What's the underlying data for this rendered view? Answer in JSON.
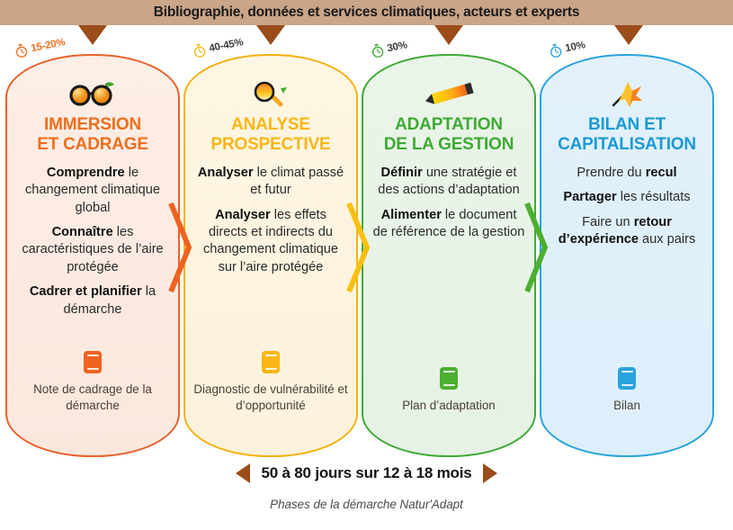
{
  "banner": {
    "text": "Bibliographie, données et services climatiques, acteurs et experts",
    "bg_color": "#caa588",
    "arrow_color": "#9a4d19"
  },
  "phases": [
    {
      "id": "immersion",
      "percent": "15-20%",
      "icon": "glasses-icon",
      "title_line1": "IMMERSION",
      "title_line2": "ET CADRAGE",
      "color": "#ef6f1f",
      "bullets": [
        {
          "strong": "Comprendre",
          "rest": " le changement climatique global"
        },
        {
          "strong": "Connaître",
          "rest": " les caractéristiques de l’aire protégée"
        },
        {
          "strong": "Cadrer et planifier",
          "rest": " la démarche"
        }
      ],
      "output_icon": "book-icon",
      "output_label": "Note de cadrage de la démarche"
    },
    {
      "id": "analyse",
      "percent": "40-45%",
      "icon": "magnifier-icon",
      "title_line1": "ANALYSE",
      "title_line2": "PROSPECTIVE",
      "color": "#fbb614",
      "bullets": [
        {
          "strong": "Analyser",
          "rest": " le climat passé et futur"
        },
        {
          "strong": "Analyser",
          "rest": " les effets directs et indirects du changement climatique sur l’aire protégée"
        }
      ],
      "output_icon": "book-icon",
      "output_label": "Diagnostic de vulnérabilité et d’opportunité"
    },
    {
      "id": "adaptation",
      "percent": "30%",
      "icon": "pencil-icon",
      "title_line1": "ADAPTATION",
      "title_line2": "DE LA GESTION",
      "color": "#3faa35",
      "bullets": [
        {
          "strong": "Définir",
          "rest": " une stratégie et des actions d’adaptation"
        },
        {
          "strong": "Alimenter",
          "rest": " le document de référence de la gestion"
        }
      ],
      "output_icon": "book-icon",
      "output_label": "Plan d’adaptation"
    },
    {
      "id": "bilan",
      "percent": "10%",
      "icon": "pushpin-icon",
      "title_line1": "BILAN ET",
      "title_line2": "CAPITALISATION",
      "color": "#1b9ad6",
      "bullets": [
        {
          "pre": "Prendre du ",
          "strong": "recul",
          "rest": ""
        },
        {
          "strong": "Partager",
          "rest": " les résultats"
        },
        {
          "pre": "Faire un ",
          "strong": "retour d’expérience",
          "rest": " aux pairs"
        }
      ],
      "output_icon": "book-icon",
      "output_label": "Bilan"
    }
  ],
  "chevron_colors": [
    "#ef6320",
    "#f9c010",
    "#4caf31"
  ],
  "footer": {
    "duration": "50 à 80 jours sur 12 à 18 mois",
    "caption": "Phases de la démarche Natur'Adapt"
  }
}
